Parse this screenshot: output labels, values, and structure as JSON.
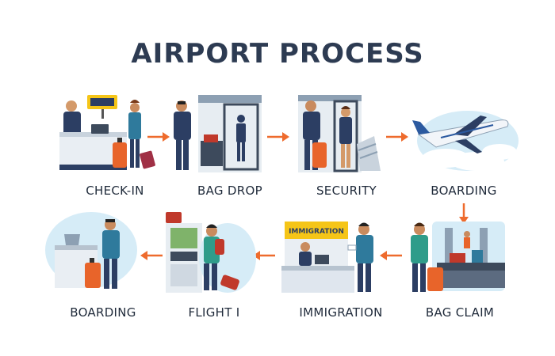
{
  "title": "AIRPORT PROCESS",
  "colors": {
    "title": "#2d3b52",
    "arrow": "#ee6b2d",
    "suitcase": "#e8642a",
    "uniform": "#2c3e63",
    "sky": "#d6ecf7"
  },
  "steps": [
    {
      "label": "CHECK-IN",
      "icon": "check-in-counter-icon"
    },
    {
      "label": "BAG DROP",
      "icon": "bag-drop-scanner-icon"
    },
    {
      "label": "SECURITY",
      "icon": "security-gate-icon"
    },
    {
      "label": "BOARDING",
      "icon": "airplane-icon"
    },
    {
      "label": "BAG CLAIM",
      "icon": "baggage-carousel-icon"
    },
    {
      "label": "IMMIGRATION",
      "icon": "immigration-desk-icon"
    },
    {
      "label": "FLIGHT I",
      "icon": "flight-gate-icon"
    },
    {
      "label": "BOARDING",
      "icon": "departure-desk-icon"
    }
  ],
  "immigration_sign": "IMMIGRATION"
}
